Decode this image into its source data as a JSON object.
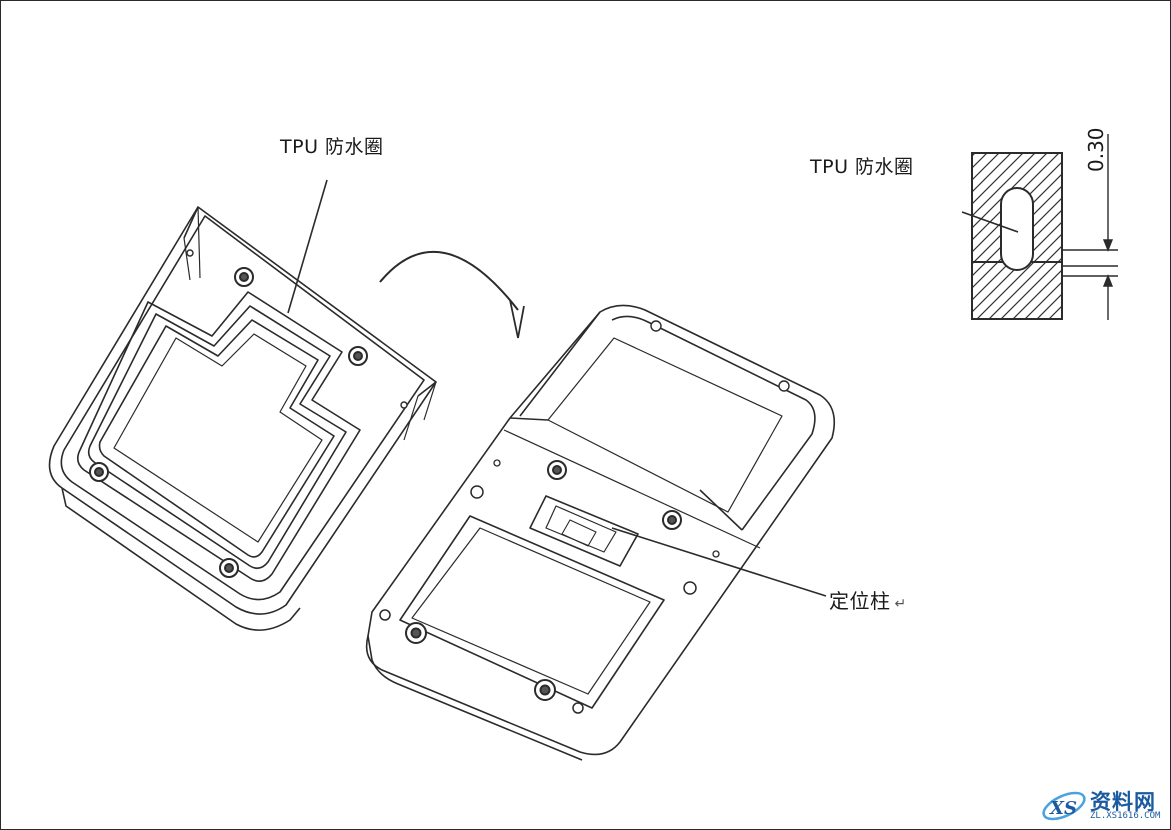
{
  "labels": {
    "left_gasket": "TPU 防水圈",
    "right_gasket": "TPU 防水圈",
    "locating_pin": "定位柱",
    "return_mark": "↵"
  },
  "dimension": {
    "value": "0.30"
  },
  "watermark": {
    "brand": "资料网",
    "domain": "ZL.XS1616.COM"
  },
  "colors": {
    "line": "#2b2b2b",
    "watermark": "#1b5a9e"
  }
}
